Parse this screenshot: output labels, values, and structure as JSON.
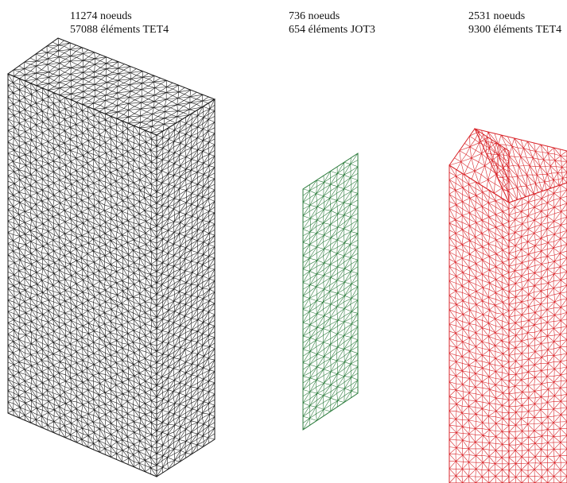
{
  "meshes": [
    {
      "id": "box",
      "nodes_label": "11274 noeuds",
      "elements_label": "57088 éléments TET4",
      "color": "#1a1a1a"
    },
    {
      "id": "joint",
      "nodes_label": "736 noeuds",
      "elements_label": "654 éléments JOT3",
      "color": "#2e7d3e"
    },
    {
      "id": "corner",
      "nodes_label": "2531 noeuds",
      "elements_label": "9300 éléments TET4",
      "color": "#d9262b"
    }
  ]
}
